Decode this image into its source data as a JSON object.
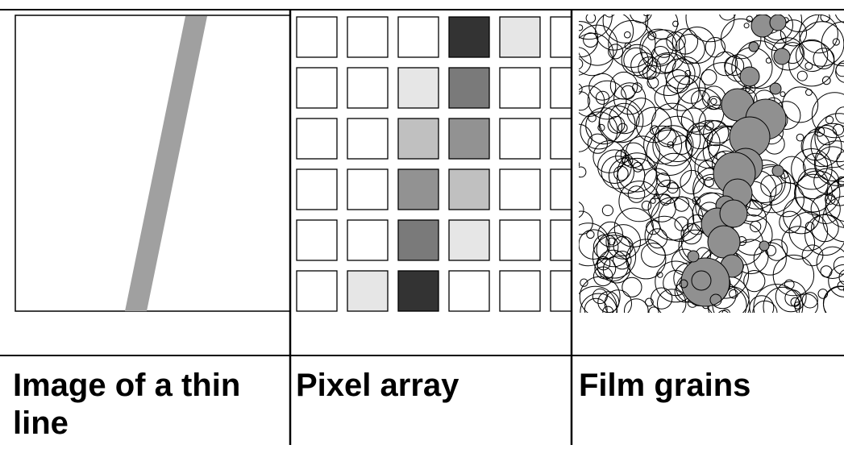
{
  "panels": [
    {
      "id": "thin-line",
      "caption": "Image of a thin line"
    },
    {
      "id": "pixel-array",
      "caption": "Pixel array"
    },
    {
      "id": "film-grains",
      "caption": "Film grains"
    }
  ],
  "colors": {
    "line_fill": "#a0a0a0",
    "grain_fill": "#909090",
    "outline": "#000000",
    "background": "#ffffff"
  },
  "pixel_grid": {
    "rows": 6,
    "columns_visible": 6,
    "gray_levels": [
      [
        "#ffffff",
        "#ffffff",
        "#ffffff",
        "#333333",
        "#e6e6e6",
        "#ffffff"
      ],
      [
        "#ffffff",
        "#ffffff",
        "#e6e6e6",
        "#7a7a7a",
        "#ffffff",
        "#ffffff"
      ],
      [
        "#ffffff",
        "#ffffff",
        "#c0c0c0",
        "#929292",
        "#ffffff",
        "#ffffff"
      ],
      [
        "#ffffff",
        "#ffffff",
        "#929292",
        "#c0c0c0",
        "#ffffff",
        "#ffffff"
      ],
      [
        "#ffffff",
        "#ffffff",
        "#7a7a7a",
        "#e6e6e6",
        "#ffffff",
        "#ffffff"
      ],
      [
        "#ffffff",
        "#e6e6e6",
        "#333333",
        "#ffffff",
        "#ffffff",
        "#ffffff"
      ]
    ]
  }
}
